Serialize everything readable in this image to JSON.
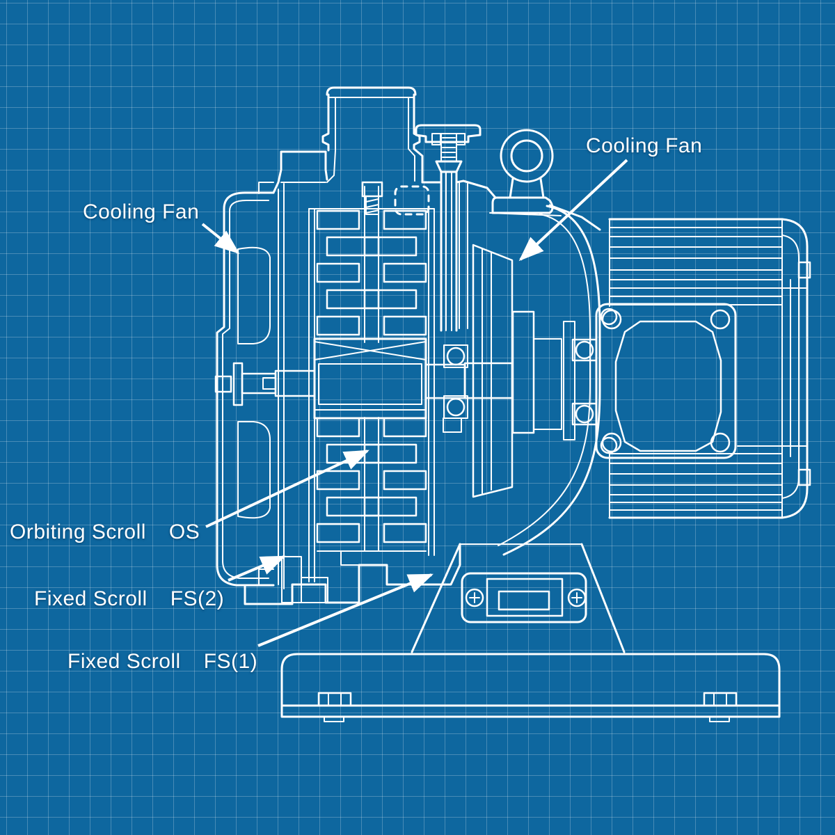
{
  "theme": {
    "background": "#0e679f",
    "grid_line": "rgba(255,255,255,0.24)",
    "draw_line": "#ffffff",
    "text": "#ffffff"
  },
  "labels": {
    "cooling_fan_left": "Cooling Fan",
    "cooling_fan_right": "Cooling Fan",
    "orbiting_scroll": {
      "name": "Orbiting Scroll",
      "code": "OS"
    },
    "fixed_scroll_2": {
      "name": "Fixed Scroll",
      "code": "FS(2)"
    },
    "fixed_scroll_1": {
      "name": "Fixed Scroll",
      "code": "FS(1)"
    }
  }
}
